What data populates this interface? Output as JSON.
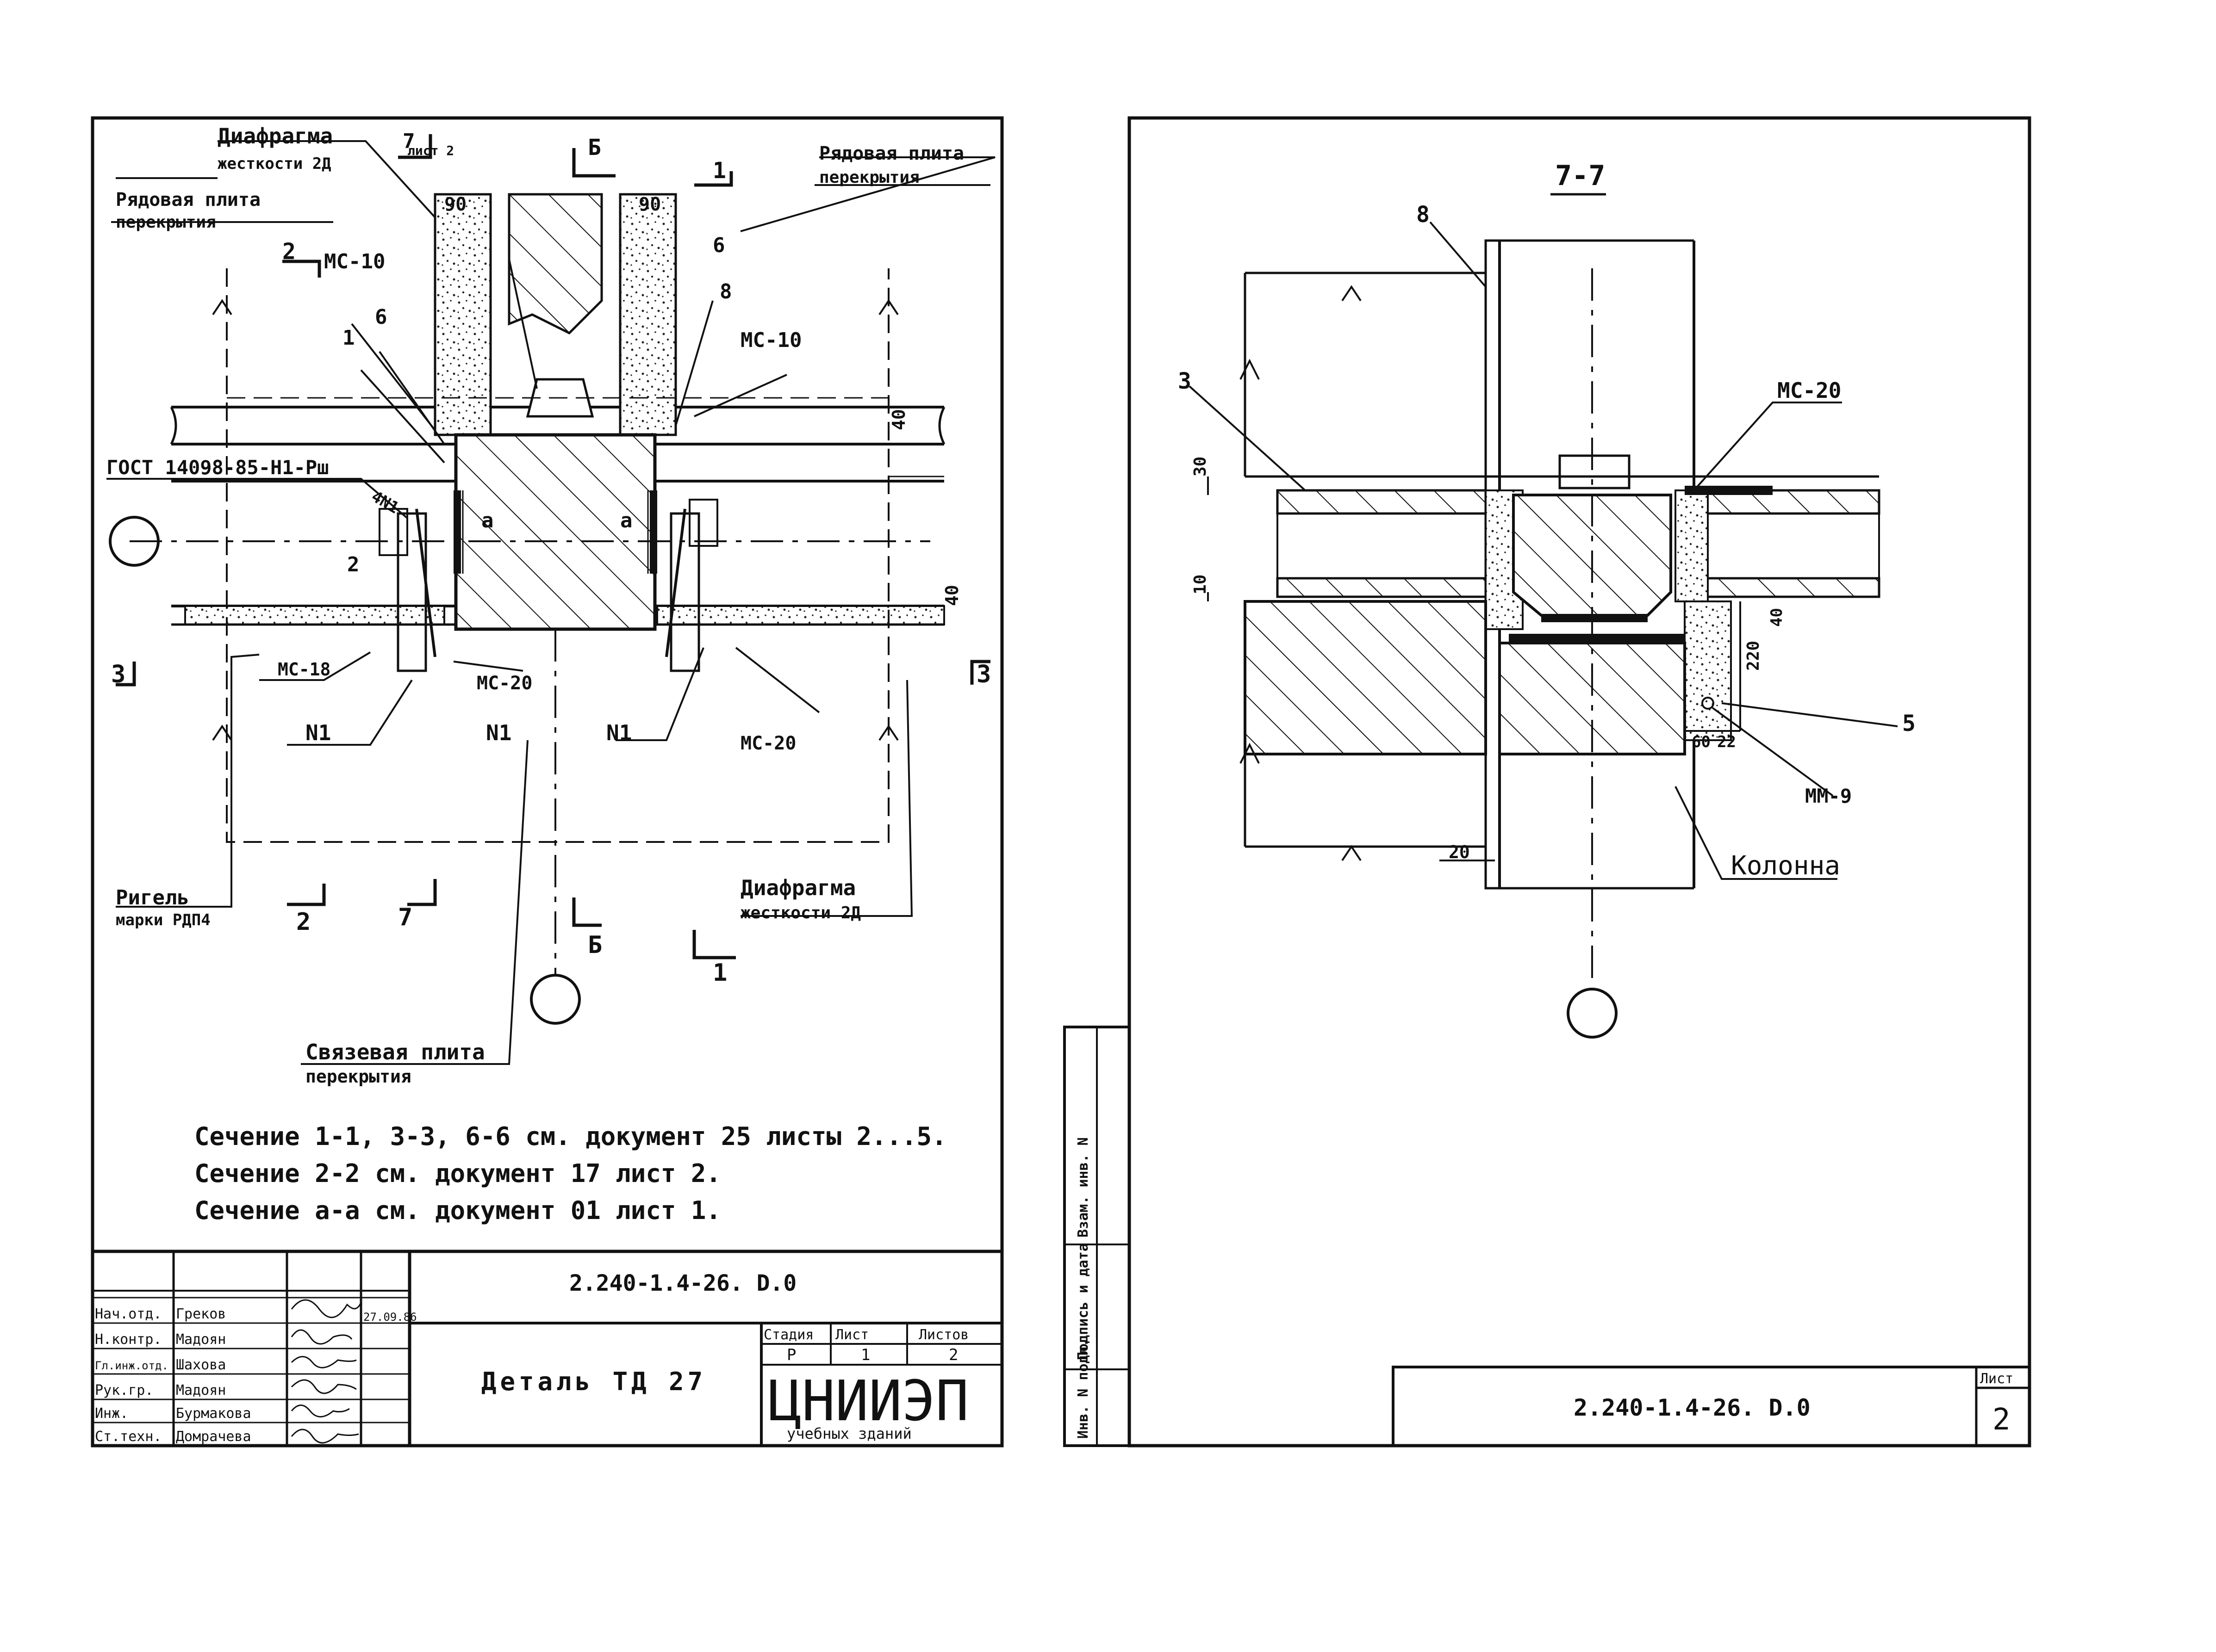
{
  "left_sheet": {
    "labels": {
      "diaphragm_top": "Диафрагма",
      "diaphragm_top_sub": "жесткости 2Д",
      "row_slab_left": "Рядовая плита",
      "row_slab_left_sub": "перекрытия",
      "row_slab_right": "Рядовая плита",
      "row_slab_right_sub": "перекрытия",
      "sheet_ref": "лист 2",
      "dim_90_left": "90",
      "dim_90_right": "90",
      "dim_40_top": "40",
      "dim_40_mid": "40",
      "gost": "ГОСТ 14098-85-Н1-Рш",
      "weld_mark": "4N1",
      "mc10_left": "МС-10",
      "mc10_right": "МС-10",
      "mc18": "МС-18",
      "mc20_left": "МС-20",
      "mc20_right": "МС-20",
      "n1_left": "N1",
      "n1_mid": "N1",
      "n1_right": "N1",
      "pos_1": "1",
      "pos_2": "2",
      "pos_6_left": "6",
      "pos_6_right": "6",
      "pos_8": "8",
      "alpha_left": "a",
      "alpha_right": "a",
      "cut_2_top": "2",
      "cut_7_top": "7",
      "cut_b_top": "Б",
      "cut_1_top": "1",
      "cut_3_left": "3",
      "cut_3_right": "3",
      "cut_2_bottom": "2",
      "cut_7_bottom": "7",
      "cut_b_bottom": "Б",
      "cut_1_bottom": "1",
      "rigel": "Ригель",
      "rigel_sub": "марки РДП4",
      "diaphragm_bottom": "Диафрагма",
      "diaphragm_bottom_sub": "жесткости 2Д",
      "tie_slab": "Связевая плита",
      "tie_slab_sub": "перекрытия"
    },
    "notes": [
      "Сечение 1-1, 3-3, 6-6 см. документ 25 листы 2...5.",
      "Сечение 2-2 см. документ 17 лист 2.",
      "Сечение а-а см. документ 01 лист 1."
    ],
    "title_block": {
      "doc_code": "2.240-1.4-26. D.0",
      "title": "Деталь ТД 27",
      "stage_header": "Стадия",
      "sheet_header": "Лист",
      "sheets_header": "Листов",
      "stage": "Р",
      "sheet": "1",
      "sheets": "2",
      "org": "ЦНИИЭП",
      "org_sub": "учебных зданий",
      "date": "27.09.86",
      "roles": [
        {
          "role": "Нач.отд.",
          "name": "Греков"
        },
        {
          "role": "Н.контр.",
          "name": "Мадоян"
        },
        {
          "role": "Гл.инж.отд.",
          "name": "Шахова"
        },
        {
          "role": "Рук.гр.",
          "name": "Мадоян"
        },
        {
          "role": "Инж.",
          "name": "Бурмакова"
        },
        {
          "role": "Ст.техн.",
          "name": "Домрачева"
        }
      ]
    }
  },
  "right_sheet": {
    "section_title": "7-7",
    "labels": {
      "pos_8": "8",
      "pos_3": "3",
      "pos_5": "5",
      "mc20": "МС-20",
      "mm9": "ММ-9",
      "column": "Колонна",
      "dim_30": "30",
      "dim_10": "10",
      "dim_40": "40",
      "dim_220": "220",
      "dim_60": "60",
      "dim_22": "22",
      "dim_20": "20"
    },
    "side_stamp": [
      "Инв. N подл.",
      "Подпись и дата",
      "Взам. инв. N"
    ],
    "title_block": {
      "doc_code": "2.240-1.4-26. D.0",
      "sheet_header": "Лист",
      "sheet": "2"
    }
  }
}
